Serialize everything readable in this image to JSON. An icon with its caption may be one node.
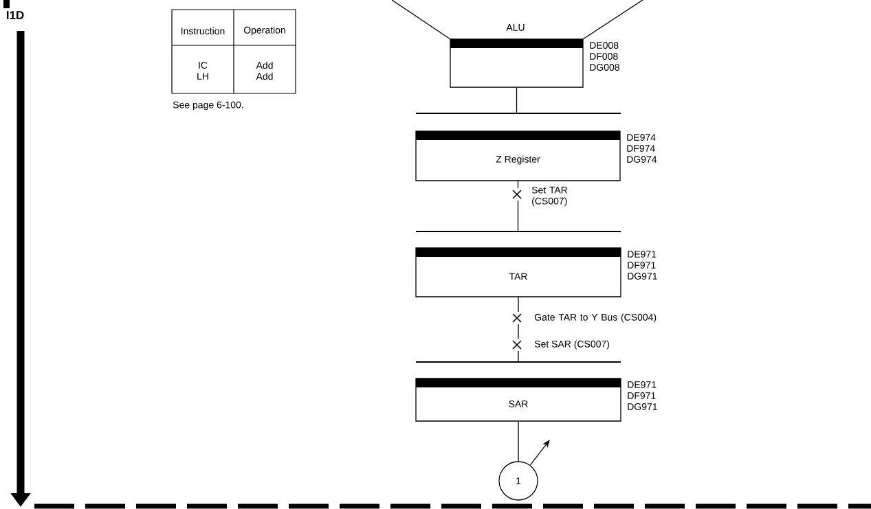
{
  "diagram": {
    "nodes": [
      {
        "text": [
          "ALU"
        ]
      },
      {
        "text": [],
        "shape": "box",
        "beside": [
          "DE008",
          "DF008",
          "DG008"
        ]
      },
      {
        "text": [],
        "shape": "bar"
      },
      {
        "text": [
          "Z Register"
        ],
        "beside": [
          "DE974",
          "DF974",
          "DG974"
        ]
      },
      {
        "text": [],
        "shape": "bar"
      },
      {
        "text": [
          "TAR"
        ],
        "beside": [
          "DE971",
          "DF971",
          "DG971"
        ]
      },
      {
        "text": [],
        "shape": "bar"
      },
      {
        "text": [
          "SAR"
        ],
        "beside": [
          "DE971",
          "DF971",
          "DG971"
        ]
      },
      {
        "text": [
          "1"
        ]
      }
    ],
    "edges": [
      {
        "from": 1,
        "to": 2,
        "arrow": "none"
      },
      {
        "from": 3,
        "to": 4,
        "arrow": "none",
        "label": "Set TAR (CS007)"
      },
      {
        "from": 5,
        "to": 6,
        "arrow": "none",
        "label": "Gate TAR to Y Bus (CS004)"
      },
      {
        "from": 7,
        "to": 8,
        "arrow": "none"
      },
      {
        "from": 8,
        "to": null,
        "arrow": "to"
      }
    ],
    "labels": [
      "I1D",
      "Instruction",
      "Operation",
      "IC",
      "Add",
      "LH",
      "Add",
      "See page 6-100.",
      "Set SAR (CS007)"
    ]
  }
}
